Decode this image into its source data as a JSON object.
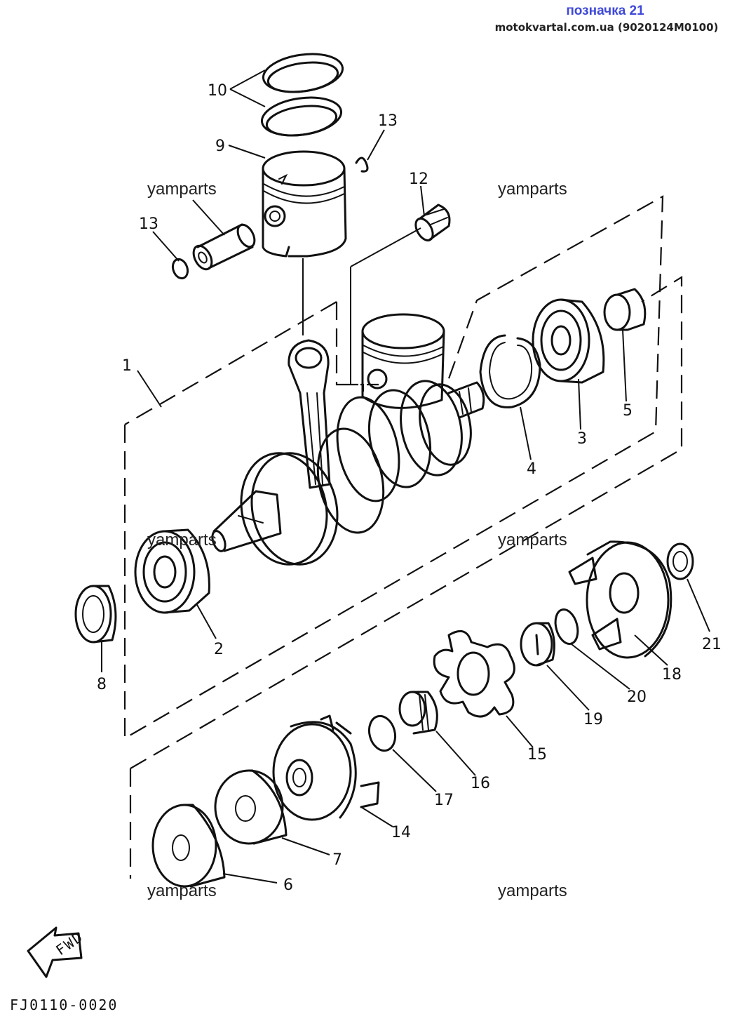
{
  "header": {
    "title": "позначка 21",
    "source": "motokvartal.com.ua (9020124M0100)"
  },
  "watermarks": [
    "yamparts",
    "yamparts",
    "yamparts",
    "yamparts",
    "yamparts",
    "yamparts"
  ],
  "callouts": [
    "1",
    "2",
    "3",
    "4",
    "5",
    "6",
    "7",
    "8",
    "9",
    "10",
    "12",
    "13",
    "13",
    "14",
    "15",
    "16",
    "17",
    "18",
    "19",
    "20",
    "21"
  ],
  "direction_label": "FWD",
  "drawing_code": "FJ0110-0020"
}
